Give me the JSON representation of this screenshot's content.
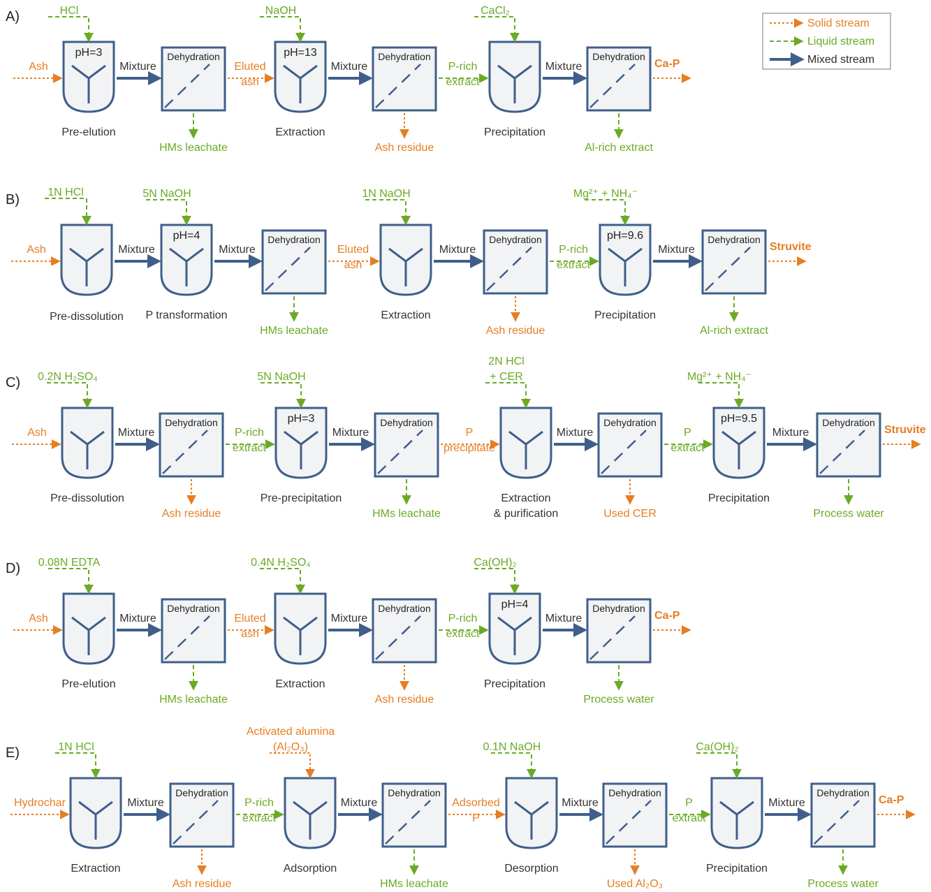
{
  "legend": [
    {
      "label": "Solid stream",
      "kind": "solid"
    },
    {
      "label": "Liquid stream",
      "kind": "liquid"
    },
    {
      "label": "Mixed stream",
      "kind": "mixed"
    }
  ],
  "colors": {
    "solid": "#e67e22",
    "liquid": "#6aaa25",
    "mixed": "#3f5f8a",
    "box_fill": "#f2f3f5",
    "text": "#333333"
  },
  "box_label": "Dehydration",
  "mixture_label": "Mixture",
  "rows": [
    {
      "letter": "A)",
      "input": "Ash",
      "product": "Ca-P",
      "steps": [
        {
          "reagent": "HCl",
          "ph": "pH=3",
          "name": "Pre-elution",
          "output": "HMs leachate",
          "output_kind": "liquid",
          "link": "Eluted\nash",
          "link_kind": "solid"
        },
        {
          "reagent": "NaOH",
          "ph": "pH=13",
          "name": "Extraction",
          "output": "Ash residue",
          "output_kind": "solid",
          "link": "P-rich\nextract",
          "link_kind": "liquid"
        },
        {
          "reagent": "CaCl₂",
          "ph": "",
          "name": "Precipitation",
          "output": "Al-rich extract",
          "output_kind": "liquid",
          "link": "",
          "link_kind": "solid"
        }
      ]
    },
    {
      "letter": "B)",
      "input": "Ash",
      "product": "Struvite",
      "pre": {
        "reagent": "1N HCl",
        "name": "Pre-dissolution"
      },
      "steps": [
        {
          "reagent": "5N NaOH",
          "ph": "pH=4",
          "name": "P transformation",
          "output": "HMs leachate",
          "output_kind": "liquid",
          "link": "Eluted\nash",
          "link_kind": "solid"
        },
        {
          "reagent": "1N NaOH",
          "ph": "",
          "name": "Extraction",
          "output": "Ash residue",
          "output_kind": "solid",
          "link": "P-rich\nextract",
          "link_kind": "liquid"
        },
        {
          "reagent": "Mg²⁺ + NH₄⁻",
          "ph": "pH=9.6",
          "name": "Precipitation",
          "output": "Al-rich extract",
          "output_kind": "liquid",
          "link": "",
          "link_kind": "solid"
        }
      ]
    },
    {
      "letter": "C)",
      "input": "Ash",
      "product": "Struvite",
      "steps": [
        {
          "reagent": "0.2N H₂SO₄",
          "ph": "",
          "name": "Pre-dissolution",
          "output": "Ash residue",
          "output_kind": "solid",
          "link": "P-rich\nextract",
          "link_kind": "liquid"
        },
        {
          "reagent": "5N NaOH",
          "ph": "pH=3",
          "name": "Pre-precipitation",
          "output": "HMs leachate",
          "output_kind": "liquid",
          "link": "P\nprecipitate",
          "link_kind": "solid"
        },
        {
          "reagent": "2N HCl\n+ CER",
          "ph": "",
          "name": "Extraction\n& purification",
          "output": "Used CER",
          "output_kind": "solid",
          "link": "P\nextract",
          "link_kind": "liquid"
        },
        {
          "reagent": "Mg²⁺ + NH₄⁻",
          "ph": "pH=9.5",
          "name": "Precipitation",
          "output": "Process water",
          "output_kind": "liquid",
          "link": "",
          "link_kind": "solid"
        }
      ]
    },
    {
      "letter": "D)",
      "input": "Ash",
      "product": "Ca-P",
      "steps": [
        {
          "reagent": "0.08N EDTA",
          "ph": "",
          "name": "Pre-elution",
          "output": "HMs leachate",
          "output_kind": "liquid",
          "link": "Eluted\nash",
          "link_kind": "solid"
        },
        {
          "reagent": "0.4N H₂SO₄",
          "ph": "",
          "name": "Extraction",
          "output": "Ash residue",
          "output_kind": "solid",
          "link": "P-rich\nextract",
          "link_kind": "liquid"
        },
        {
          "reagent": "Ca(OH)₂",
          "ph": "pH=4",
          "name": "Precipitation",
          "output": "Process water",
          "output_kind": "liquid",
          "link": "",
          "link_kind": "solid"
        }
      ]
    },
    {
      "letter": "E)",
      "input": "Hydrochar",
      "product": "Ca-P",
      "steps": [
        {
          "reagent": "1N HCl",
          "ph": "",
          "name": "Extraction",
          "output": "Ash residue",
          "output_kind": "solid",
          "link": "P-rich\nextract",
          "link_kind": "liquid"
        },
        {
          "reagent": "Activated alumina\n(Al₂O₃)",
          "reagent_kind": "solid",
          "ph": "",
          "name": "Adsorption",
          "output": "HMs leachate",
          "output_kind": "liquid",
          "link": "Adsorbed\nP",
          "link_kind": "solid"
        },
        {
          "reagent": "0.1N NaOH",
          "ph": "",
          "name": "Desorption",
          "output": "Used Al₂O₃",
          "output_kind": "solid",
          "link": "P\nextract",
          "link_kind": "liquid"
        },
        {
          "reagent": "Ca(OH)₂",
          "ph": "",
          "name": "Precipitation",
          "output": "Process water",
          "output_kind": "liquid",
          "link": "",
          "link_kind": "solid"
        }
      ]
    }
  ]
}
